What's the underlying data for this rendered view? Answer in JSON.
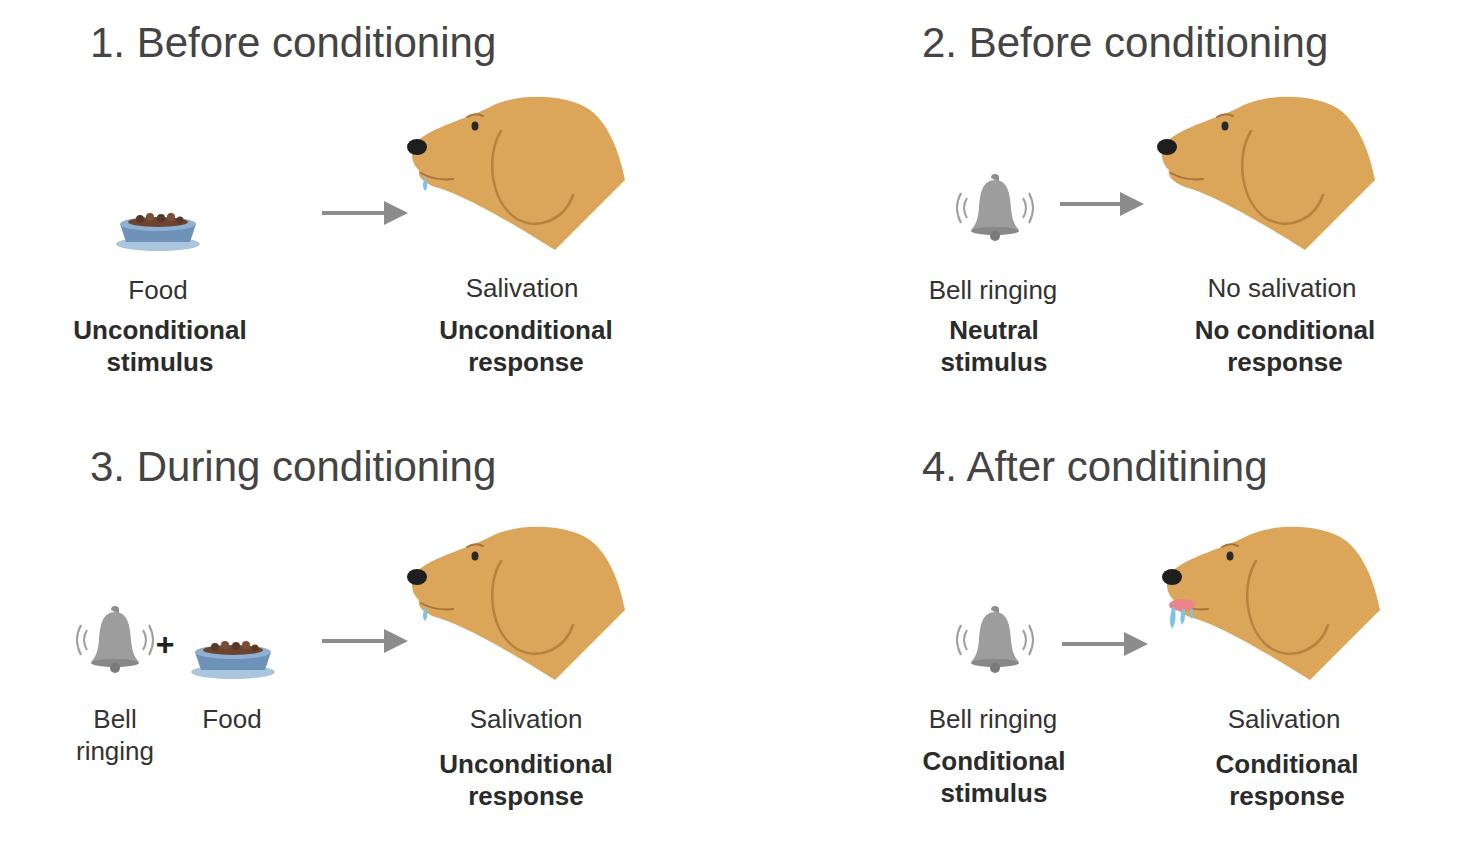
{
  "diagram": {
    "labels": [
      "1. Before conditioning",
      "Food",
      "Unconditional stimulus",
      "Salivation",
      "Unconditional response",
      "2. Before conditioning",
      "Bell ringing",
      "Neutral stimulus",
      "No salivation",
      "No conditional response",
      "3. During conditioning",
      "+",
      "Bell ringing",
      "Food",
      "Salivation",
      "Unconditional response",
      "4. After conditining",
      "Bell ringing",
      "Conditional stimulus",
      "Salivation",
      "Conditional response"
    ]
  }
}
